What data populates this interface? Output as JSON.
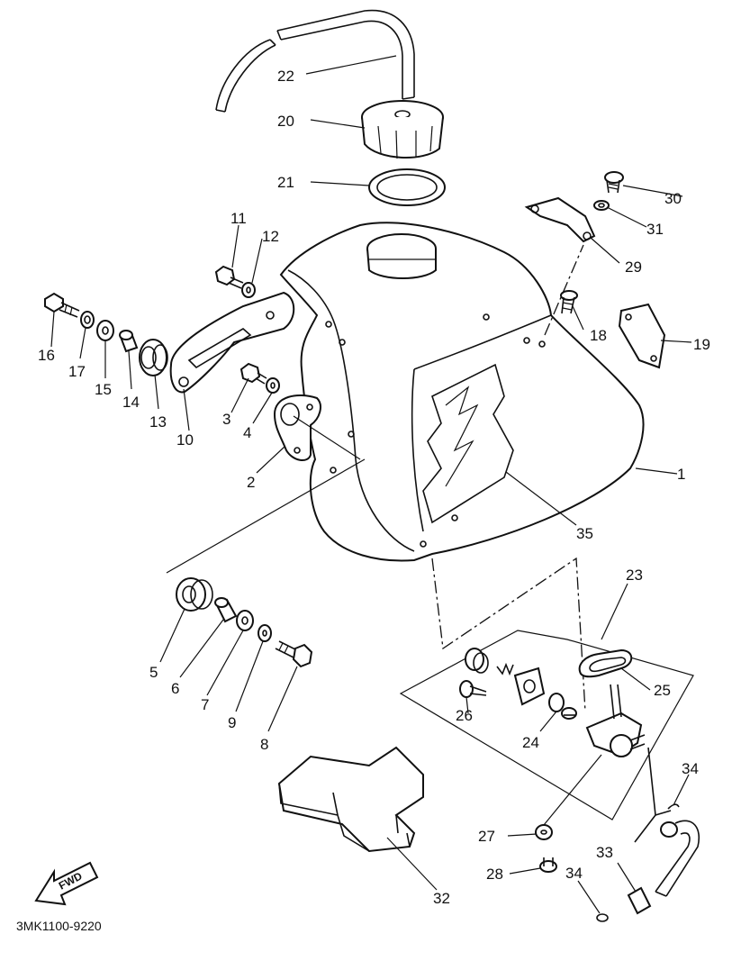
{
  "diagram": {
    "code": "3MK1100-9220",
    "fwd_label": "FWD",
    "callouts": [
      {
        "id": "c1",
        "text": "1"
      },
      {
        "id": "c2",
        "text": "2"
      },
      {
        "id": "c3",
        "text": "3"
      },
      {
        "id": "c4",
        "text": "4"
      },
      {
        "id": "c5",
        "text": "5"
      },
      {
        "id": "c6",
        "text": "6"
      },
      {
        "id": "c7",
        "text": "7"
      },
      {
        "id": "c8",
        "text": "8"
      },
      {
        "id": "c9",
        "text": "9"
      },
      {
        "id": "c10",
        "text": "10"
      },
      {
        "id": "c11",
        "text": "11"
      },
      {
        "id": "c12",
        "text": "12"
      },
      {
        "id": "c13",
        "text": "13"
      },
      {
        "id": "c14",
        "text": "14"
      },
      {
        "id": "c15",
        "text": "15"
      },
      {
        "id": "c16",
        "text": "16"
      },
      {
        "id": "c17",
        "text": "17"
      },
      {
        "id": "c18",
        "text": "18"
      },
      {
        "id": "c19",
        "text": "19"
      },
      {
        "id": "c20",
        "text": "20"
      },
      {
        "id": "c21",
        "text": "21"
      },
      {
        "id": "c22",
        "text": "22"
      },
      {
        "id": "c23",
        "text": "23"
      },
      {
        "id": "c24",
        "text": "24"
      },
      {
        "id": "c25",
        "text": "25"
      },
      {
        "id": "c26",
        "text": "26"
      },
      {
        "id": "c27",
        "text": "27"
      },
      {
        "id": "c28",
        "text": "28"
      },
      {
        "id": "c29",
        "text": "29"
      },
      {
        "id": "c30",
        "text": "30"
      },
      {
        "id": "c31",
        "text": "31"
      },
      {
        "id": "c32",
        "text": "32"
      },
      {
        "id": "c33",
        "text": "33"
      },
      {
        "id": "c34a",
        "text": "34"
      },
      {
        "id": "c34b",
        "text": "34"
      },
      {
        "id": "c35",
        "text": "35"
      }
    ]
  }
}
